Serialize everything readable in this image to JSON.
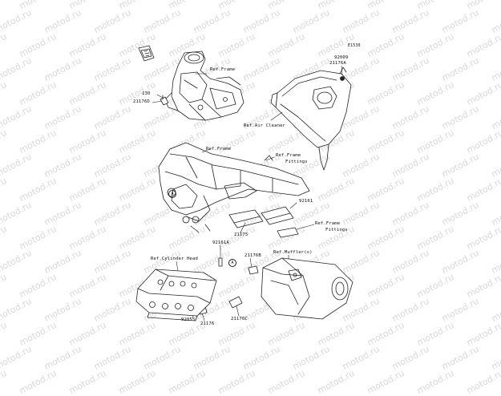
{
  "watermark": "motod.ru",
  "diagram_code": "E1530",
  "labels": {
    "p92009": "92009",
    "p21176a": "21176A",
    "p130": "130",
    "p21176d": "21176D",
    "ref_frame_top": "Ref.Frame",
    "ref_air_cleaner": "Ref.Air Cleaner",
    "ref_frame_mid": "Ref.Frame",
    "ref_frame_fittings_1a": "Ref.Frame",
    "ref_frame_fittings_1b": "Fittings",
    "p92161": "92161",
    "ref_frame_fittings_2a": "Ref.Frame",
    "ref_frame_fittings_2b": "Fittings",
    "p21175": "21175",
    "p92161a": "92161A",
    "p21176b": "21176B",
    "ref_muffler": "Ref.Muffler(s)",
    "ref_cylinder_head": "Ref.Cylinder Head",
    "p21176c": "21176C",
    "p92055": "92055",
    "p21176": "21176"
  },
  "callouts": {
    "a1": "A",
    "a2": "A"
  }
}
